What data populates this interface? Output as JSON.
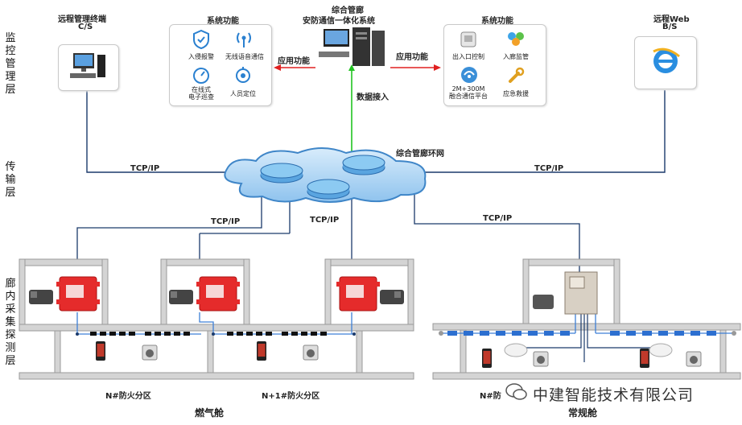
{
  "layers": {
    "monitor": "监控管理层",
    "transport": "传输层",
    "collect": "廊内采集探测层"
  },
  "terminals": {
    "remote_cs": {
      "title": "远程管理终端",
      "sub": "C/S"
    },
    "remote_web": {
      "title": "远程Web",
      "sub": "B/S"
    }
  },
  "center": {
    "line1": "综合管廊",
    "line2": "安防通信一体化系统"
  },
  "left_panel": {
    "title": "系统功能",
    "items": [
      "入侵报警",
      "无线语音通信",
      "在线式\n电子巡查",
      "人员定位"
    ]
  },
  "right_panel": {
    "title": "系统功能",
    "items": [
      "出入口控制",
      "入廊监管",
      "2M+300M\n融合通信平台",
      "应急救援"
    ]
  },
  "links": {
    "app_left": "应用功能",
    "app_right": "应用功能",
    "data_in": "数据接入",
    "ring": "综合管廊环网",
    "tcp_left": "TCP/IP",
    "tcp_right": "TCP/IP",
    "tcp_1": "TCP/IP",
    "tcp_2": "TCP/IP",
    "tcp_3": "TCP/IP"
  },
  "zones": {
    "z1": "N#防火分区",
    "z2": "N+1#防火分区",
    "z3": "N#防",
    "gas": "燃气舱",
    "regular": "常规舱"
  },
  "watermark": "中建智能技术有限公司",
  "colors": {
    "arrow_red": "#e02020",
    "arrow_green": "#22c422",
    "cloud": "#4a9ad8",
    "net": "#1b3a6b",
    "device_red": "#e52b2b"
  }
}
